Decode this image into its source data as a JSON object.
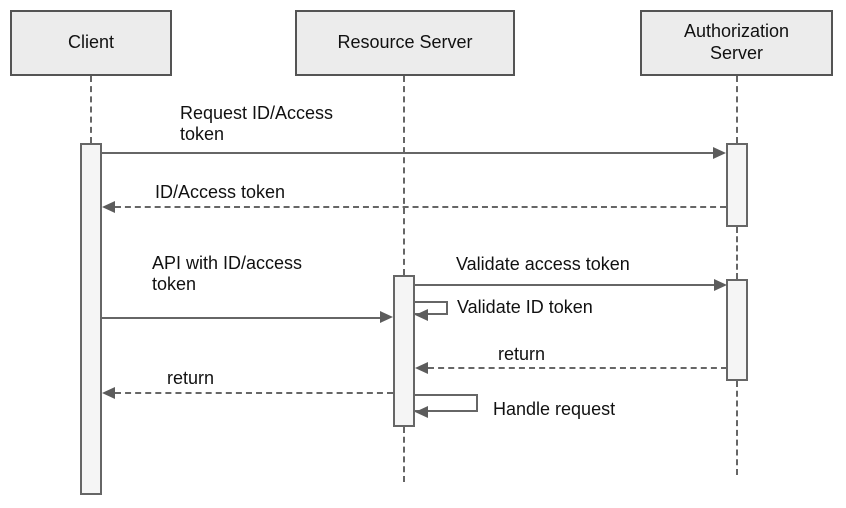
{
  "colors": {
    "background": "#ffffff",
    "actor_fill": "#ececec",
    "actor_border": "#545454",
    "activation_fill": "#f5f5f5",
    "line": "#666666",
    "text": "#111111"
  },
  "actors": [
    {
      "label": "Client"
    },
    {
      "label": "Resource Server"
    },
    {
      "label": "Authorization Server"
    }
  ],
  "messages": [
    {
      "label": "Request ID/Access\ntoken",
      "from": "Client",
      "to": "Authorization Server",
      "line": "solid"
    },
    {
      "label": "ID/Access token",
      "from": "Authorization Server",
      "to": "Client",
      "line": "dashed"
    },
    {
      "label": "API with ID/access\ntoken",
      "from": "Client",
      "to": "Resource Server",
      "line": "solid"
    },
    {
      "label": "Validate access token",
      "from": "Resource Server",
      "to": "Authorization Server",
      "line": "solid"
    },
    {
      "label": "Validate ID token",
      "from": "Resource Server",
      "to": "Resource Server",
      "line": "self"
    },
    {
      "label": "return",
      "from": "Authorization Server",
      "to": "Resource Server",
      "line": "dashed"
    },
    {
      "label": "return",
      "from": "Resource Server",
      "to": "Client",
      "line": "dashed"
    },
    {
      "label": "Handle request",
      "from": "Resource Server",
      "to": "Resource Server",
      "line": "self"
    }
  ]
}
